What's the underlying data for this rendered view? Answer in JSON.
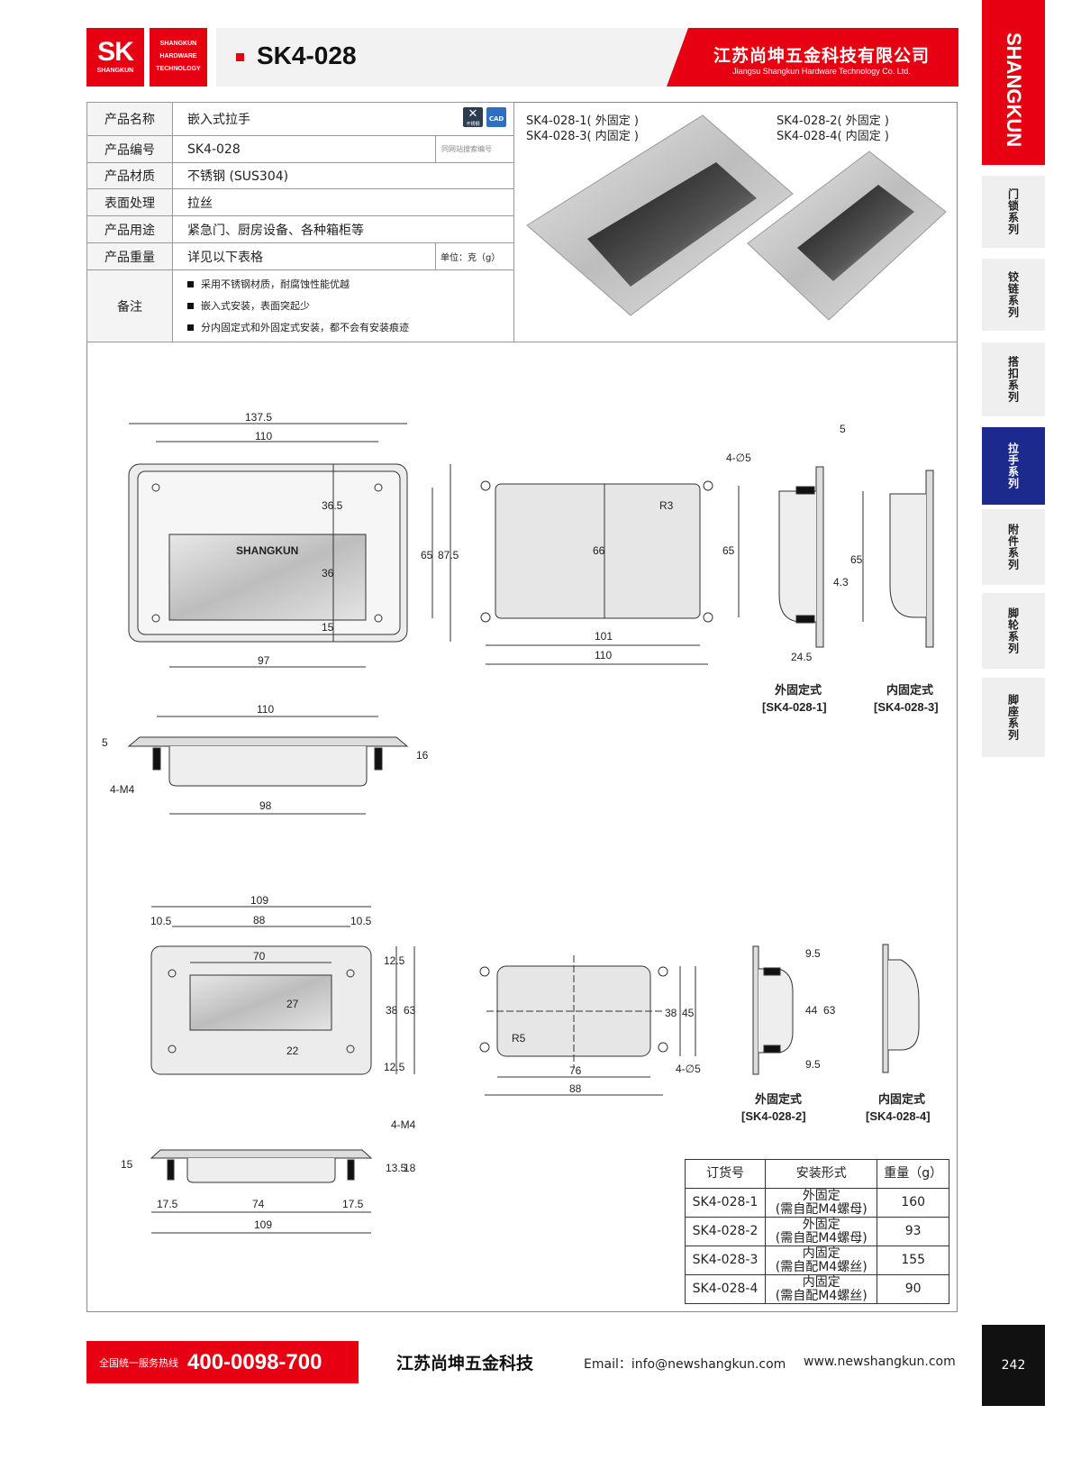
{
  "header": {
    "logo_mark": "SK",
    "logo_sub": "SHANGKUN",
    "logo_lines": [
      "SHANGKUN",
      "HARDWARE",
      "TECHNOLOGY"
    ],
    "product_code": "SK4-028",
    "company_cn": "江苏尚坤五金科技有限公司",
    "company_en": "Jiangsu Shangkun Hardware Technology Co. Ltd."
  },
  "sidebar": {
    "brand": "SHANGKUN",
    "items": [
      {
        "label": "门锁系列"
      },
      {
        "label": "铰链系列"
      },
      {
        "label": "搭扣系列"
      },
      {
        "label": "拉手系列",
        "active": true
      },
      {
        "label": "附件系列"
      },
      {
        "label": "脚轮系列"
      },
      {
        "label": "脚座系列"
      }
    ]
  },
  "info": {
    "rows": [
      {
        "key": "产品名称",
        "value": "嵌入式拉手"
      },
      {
        "key": "产品编号",
        "value": "SK4-028",
        "extra": "同网站搜索编号"
      },
      {
        "key": "产品材质",
        "value": "不锈钢 (SUS304)"
      },
      {
        "key": "表面处理",
        "value": "拉丝"
      },
      {
        "key": "产品用途",
        "value": "紧急门、厨房设备、各种箱柜等"
      },
      {
        "key": "产品重量",
        "value": "详见以下表格",
        "extra": "单位：克（g）"
      }
    ],
    "notes_key": "备注",
    "notes": [
      "采用不锈钢材质，耐腐蚀性能优越",
      "嵌入式安装，表面突起少",
      "分内固定式和外固定式安装，都不会有安装痕迹"
    ],
    "icons": {
      "stainless": "不锈钢",
      "cad": "CAD"
    }
  },
  "photo": {
    "left_caption": [
      "SK4-028-1( 外固定 )",
      "SK4-028-3( 内固定 )"
    ],
    "right_caption": [
      "SK4-028-2( 外固定 )",
      "SK4-028-4( 内固定 )"
    ]
  },
  "drawings": {
    "large_top": {
      "brand": "SHANGKUN",
      "d1": "137.5",
      "d2": "110",
      "d3": "97",
      "d4": "36.5",
      "d5": "36",
      "d6": "15",
      "d7": "65",
      "d8": "87.5"
    },
    "large_cut": {
      "d1": "4-∅5",
      "d2": "R3",
      "d3": "66",
      "d4": "65",
      "d5": "101",
      "d6": "110"
    },
    "large_side": {
      "d1": "5",
      "d2": "65",
      "d3": "4.3",
      "d4": "24.5"
    },
    "large_section": {
      "d1": "110",
      "d2": "5",
      "d3": "16",
      "d4": "4-M4",
      "d5": "98"
    },
    "cap_1": [
      "外固定式",
      "[SK4-028-1]"
    ],
    "cap_3": [
      "内固定式",
      "[SK4-028-3]"
    ],
    "small_top": {
      "d1": "109",
      "d2": "10.5",
      "d3": "88",
      "d4": "10.5",
      "d5": "70",
      "d6": "27",
      "d7": "22",
      "d8": "12.5",
      "d9": "38",
      "d10": "63",
      "d11": "12.5"
    },
    "small_cut": {
      "d1": "R5",
      "d2": "38",
      "d3": "45",
      "d4": "76",
      "d5": "88",
      "d6": "4-∅5"
    },
    "small_side": {
      "d1": "9.5",
      "d2": "44",
      "d3": "63",
      "d4": "9.5"
    },
    "small_section": {
      "d1": "15",
      "d2": "4-M4",
      "d3": "13.5",
      "d4": "18",
      "d5": "17.5",
      "d6": "74",
      "d7": "17.5",
      "d8": "109"
    },
    "cap_2": [
      "外固定式",
      "[SK4-028-2]"
    ],
    "cap_4": [
      "内固定式",
      "[SK4-028-4]"
    ]
  },
  "order_table": {
    "headers": [
      "订货号",
      "安装形式",
      "重量（g）"
    ],
    "rows": [
      {
        "code": "SK4-028-1",
        "mount": "外固定",
        "note": "(需自配M4螺母)",
        "weight": "160"
      },
      {
        "code": "SK4-028-2",
        "mount": "外固定",
        "note": "(需自配M4螺母)",
        "weight": "93"
      },
      {
        "code": "SK4-028-3",
        "mount": "内固定",
        "note": "(需自配M4螺丝)",
        "weight": "155"
      },
      {
        "code": "SK4-028-4",
        "mount": "内固定",
        "note": "(需自配M4螺丝)",
        "weight": "90"
      }
    ]
  },
  "footer": {
    "hotline_label": "全国统一服务热线",
    "hotline": "400-0098-700",
    "company": "江苏尚坤五金科技",
    "email": "Email：info@newshangkun.com",
    "website": "www.newshangkun.com",
    "page": "242"
  },
  "colors": {
    "red": "#e60012",
    "navy": "#1b2a8c"
  }
}
